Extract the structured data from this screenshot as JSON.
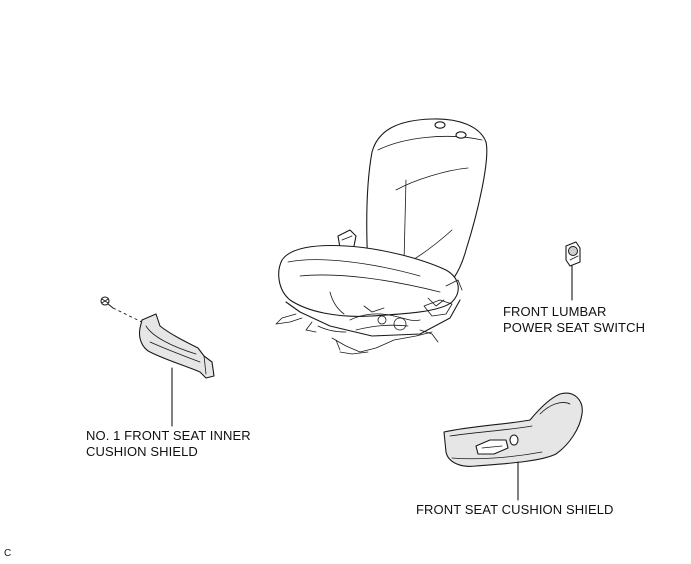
{
  "labels": {
    "inner_shield": [
      "NO. 1 FRONT SEAT INNER",
      "CUSHION SHIELD"
    ],
    "lumbar_switch": [
      "FRONT LUMBAR",
      "POWER SEAT SWITCH"
    ],
    "cushion_shield": "FRONT SEAT CUSHION SHIELD",
    "corner_mark": "C"
  }
}
